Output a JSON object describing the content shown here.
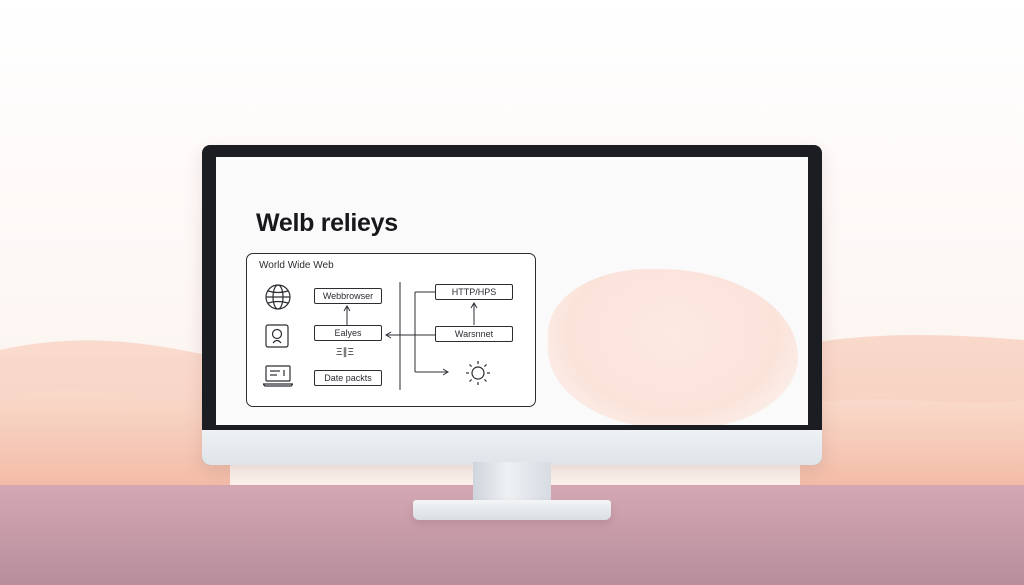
{
  "screen": {
    "title": "Welb relieys"
  },
  "diagram": {
    "title": "World Wide Web",
    "nodes": {
      "webbrowser": "Webbrowser",
      "ealyes": "Ealyes",
      "data_packets": "Date packts",
      "https": "HTTP/HPS",
      "warsnnet": "Warsnnet",
      "small_glyph": "Ξ∥Ξ"
    },
    "icons": [
      "globe-icon",
      "user-icon",
      "laptop-icon",
      "sun-icon"
    ]
  },
  "colors": {
    "bezel": "#1b1d22",
    "line": "#2b2d33",
    "peach": "#f7c9b2",
    "desk": "#c79aa8"
  }
}
